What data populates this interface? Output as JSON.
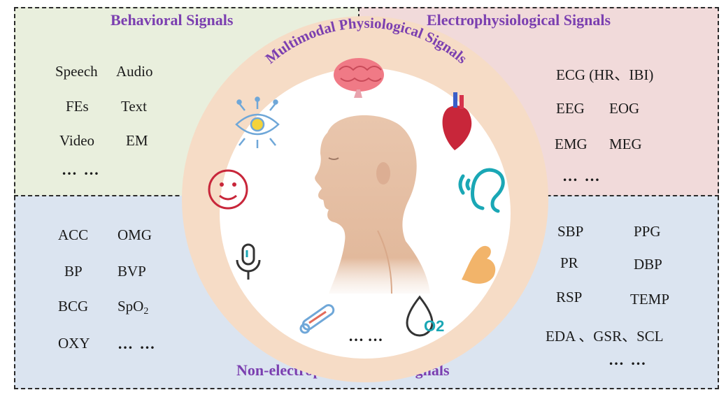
{
  "quadrants": {
    "behavioral": {
      "title": "Behavioral Signals",
      "signals": [
        "Speech",
        "Audio",
        "FEs",
        "Text",
        "Video",
        "EM"
      ],
      "more": "… …"
    },
    "electrophysiological": {
      "title": "Electrophysiological Signals",
      "signals": [
        "ECG (HR、IBI)",
        "EEG",
        "EOG",
        "EMG",
        "MEG"
      ],
      "more": "… …"
    },
    "non_electrophysiological": {
      "title": "Non-electrophysiological Signals",
      "left_signals": [
        "ACC",
        "OMG",
        "BP",
        "BVP",
        "BCG",
        "SpO",
        "OXY"
      ],
      "spo2_subscript": "2",
      "left_more": "… …",
      "right_signals": [
        "SBP",
        "PPG",
        "PR",
        "DBP",
        "RSP",
        "TEMP",
        "EDA 、GSR、SCL"
      ],
      "right_more": "… …"
    }
  },
  "center": {
    "arc_title": "Multimodal Physiological Signals",
    "more": "… …",
    "o2_label": "O2",
    "icons": [
      "brain-icon",
      "heart-icon",
      "ear-icon",
      "muscle-icon",
      "oxygen-drop-icon",
      "thermometer-icon",
      "microphone-icon",
      "smiley-icon",
      "eye-circuit-icon",
      "human-head-icon"
    ]
  },
  "colors": {
    "title_purple": "#7b3fb0",
    "behavioral_bg": "#e9efdd",
    "electro_bg": "#f1dada",
    "nonelectro_bg": "#dbe4f0",
    "ring": "#f6dcc6"
  }
}
